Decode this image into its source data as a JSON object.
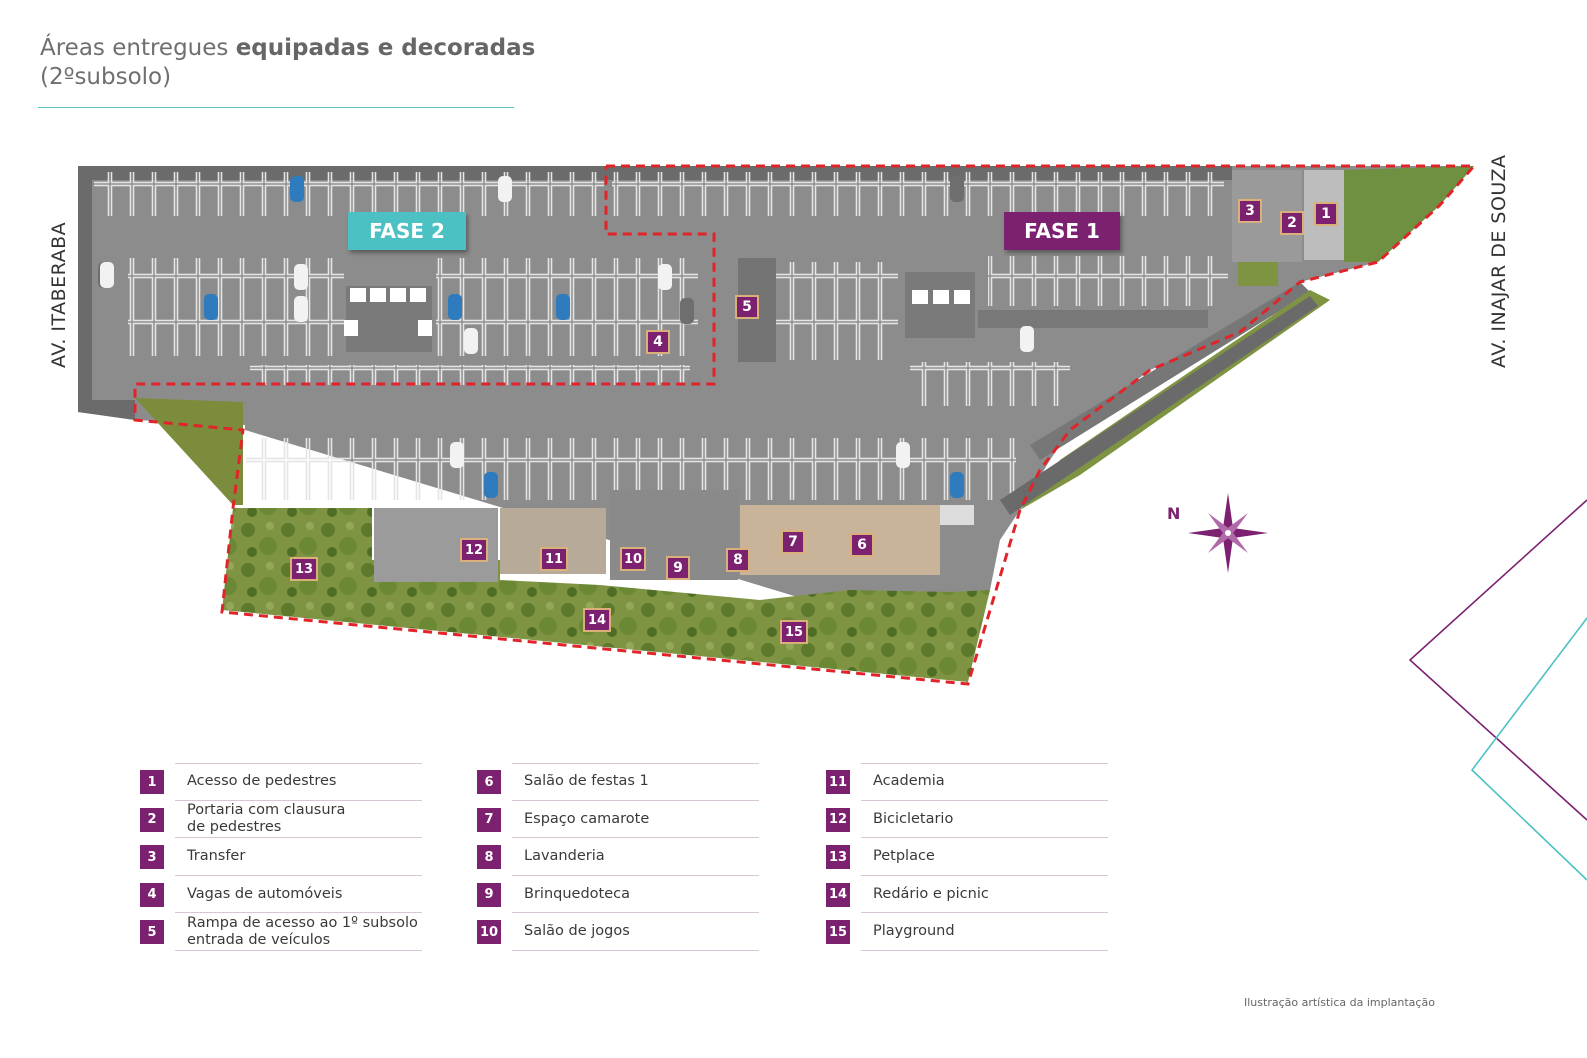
{
  "title": {
    "regular": "Áreas entregues ",
    "bold": "equipadas e decoradas",
    "line2": "(2ºsubsolo)"
  },
  "streets": {
    "left": "AV. ITABERABA",
    "right": "AV. INAJAR DE SOUZA"
  },
  "phases": {
    "phase2": "FASE 2",
    "phase1": "FASE 1"
  },
  "compass": "N",
  "colors": {
    "purple": "#7b2170",
    "teal": "#4cc1c3",
    "red_dash": "#e0242a",
    "asphalt": "#8e8e8e",
    "grass": "#6e8a3a"
  },
  "map_markers": [
    "1",
    "2",
    "3",
    "4",
    "5",
    "6",
    "7",
    "8",
    "9",
    "10",
    "11",
    "12",
    "13",
    "14",
    "15"
  ],
  "legend": {
    "col1": [
      {
        "num": "1",
        "label": "Acesso de pedestres"
      },
      {
        "num": "2",
        "label": "Portaria com clausura\nde pedestres"
      },
      {
        "num": "3",
        "label": "Transfer"
      },
      {
        "num": "4",
        "label": "Vagas de automóveis"
      },
      {
        "num": "5",
        "label": "Rampa de acesso ao 1º subsolo\n entrada de veículos"
      }
    ],
    "col2": [
      {
        "num": "6",
        "label": "Salão de festas 1"
      },
      {
        "num": "7",
        "label": "Espaço camarote"
      },
      {
        "num": "8",
        "label": "Lavanderia"
      },
      {
        "num": "9",
        "label": "Brinquedoteca"
      },
      {
        "num": "10",
        "label": "Salão de jogos"
      }
    ],
    "col3": [
      {
        "num": "11",
        "label": "Academia"
      },
      {
        "num": "12",
        "label": "Bicicletario"
      },
      {
        "num": "13",
        "label": "Petplace"
      },
      {
        "num": "14",
        "label": "Redário e picnic"
      },
      {
        "num": "15",
        "label": "Playground"
      }
    ]
  },
  "footnote": "Ilustração artística da implantação"
}
